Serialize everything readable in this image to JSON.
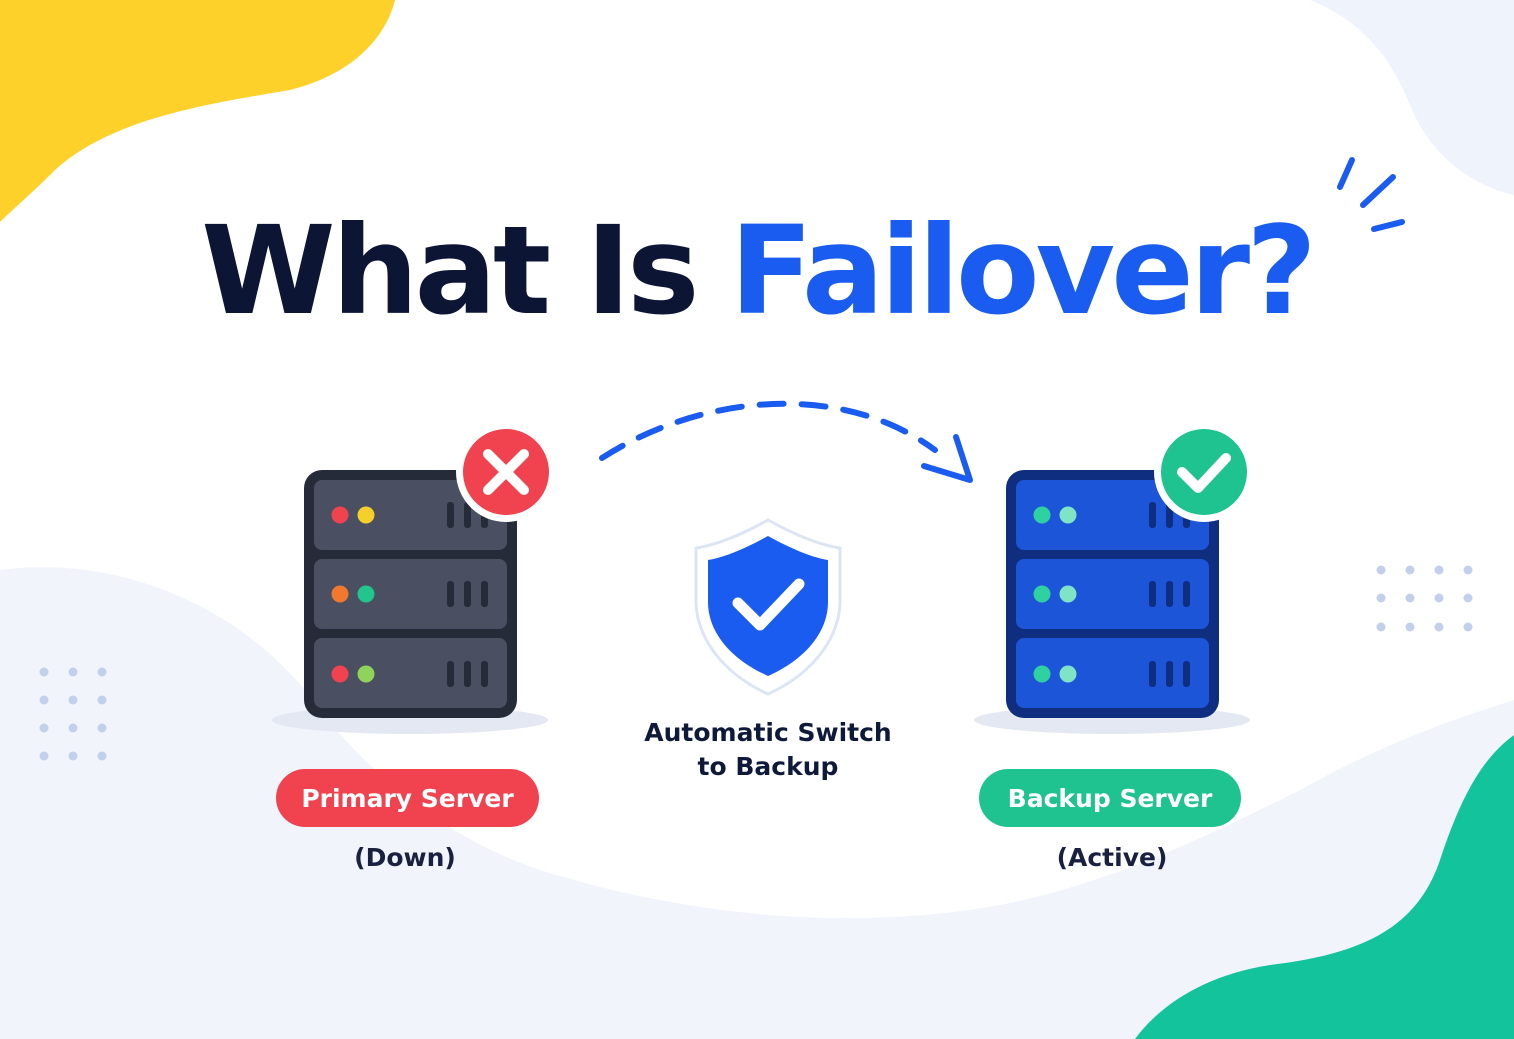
{
  "title": {
    "part1": "What Is",
    "part2": "Failover?"
  },
  "colors": {
    "navy": "#0d1535",
    "blue": "#1a5cf0",
    "red": "#f0424f",
    "green": "#1ec38f",
    "yellow": "#fdd12a",
    "teal": "#13c39c",
    "dark_server": "#4a5061",
    "blue_server": "#1d55d8"
  },
  "primary": {
    "label": "Primary Server",
    "status": "(Down)",
    "badge_icon": "close-x-icon"
  },
  "backup": {
    "label": "Backup Server",
    "status": "(Active)",
    "badge_icon": "checkmark-icon"
  },
  "switch": {
    "caption_line1": "Automatic Switch",
    "caption_line2": "to Backup",
    "icon": "shield-check-icon"
  }
}
